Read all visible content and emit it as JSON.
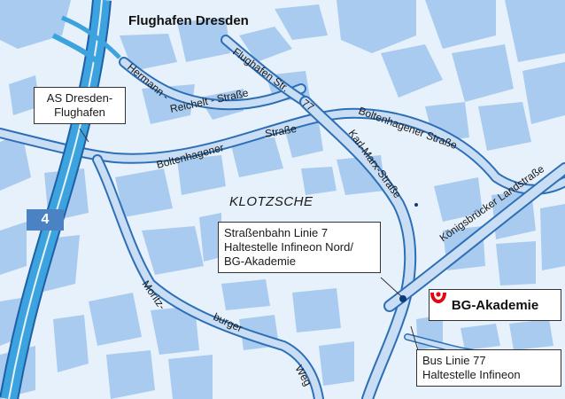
{
  "map": {
    "title": "Flughafen Dresden",
    "district": "KLOTZSCHE",
    "colors": {
      "background": "#e7f1fb",
      "blocks": "#a9cbef",
      "road_casing": "#2d6fb6",
      "road_fill": "#c9def4",
      "motorway": "#3ca3de",
      "route_shield": "#4b82c3",
      "logo_red": "#e30613"
    },
    "route_number": "4",
    "route_number_small": "77",
    "roads": {
      "hermann_1": "Hermann -",
      "hermann_2": "Reichelt - Straße",
      "flughafen_str": "Flughafen Str.",
      "boltenhagener_strasse": "Boltenhagener Straße",
      "boltenhagener_1": "Boltenhagener",
      "boltenhagener_2": "Straße",
      "karl_marx": "Karl-Marx-Straße",
      "koenigsbruecker": "Königsbrücker Landstraße",
      "moritz": "Moritz-",
      "burger": "burger",
      "weg": "Weg"
    },
    "callouts": {
      "as_dresden": {
        "line1": "AS Dresden-",
        "line2": "Flughafen"
      },
      "strassenbahn": {
        "line1": "Straßenbahn Linie 7",
        "line2": "Haltestelle Infineon Nord/",
        "line3": "BG-Akademie"
      },
      "bus": {
        "line1": "Bus Linie 77",
        "line2": "Haltestelle Infineon"
      }
    },
    "logo": {
      "text": "BG-Akademie",
      "icon": "bg-akademie-logo-icon"
    }
  }
}
